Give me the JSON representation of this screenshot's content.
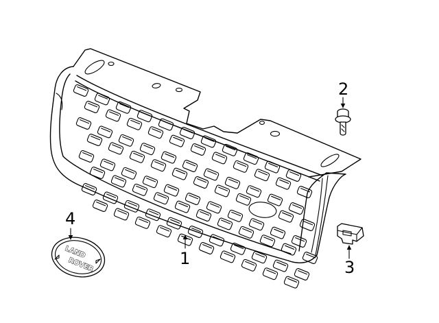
{
  "callouts": [
    {
      "id": "1",
      "label": "1"
    },
    {
      "id": "2",
      "label": "2"
    },
    {
      "id": "3",
      "label": "3"
    },
    {
      "id": "4",
      "label": "4"
    }
  ],
  "badge": {
    "line1": "LAND",
    "line2": "ROVER"
  },
  "colors": {
    "ink": "#000000",
    "paper": "#ffffff"
  }
}
